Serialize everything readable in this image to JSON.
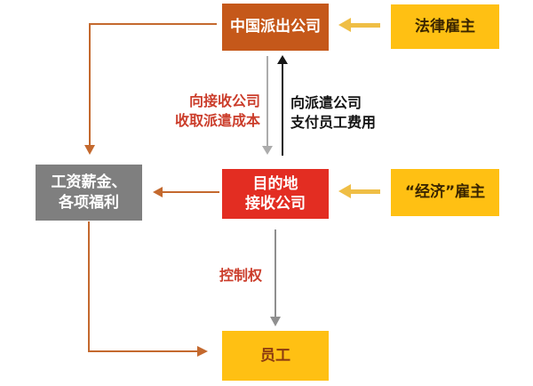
{
  "diagram": {
    "title": "labor-dispatch-relationship-diagram",
    "nodes": {
      "china": {
        "label": "中国派出公司",
        "bg": "#C5581A",
        "text_color": "#FFFFFF"
      },
      "legal": {
        "label": "法律雇主",
        "bg": "#FFC013",
        "text_color": "#3A2500"
      },
      "dest": {
        "label": "目的地\n接收公司",
        "bg": "#E32D22",
        "text_color": "#FFFFFF"
      },
      "econ": {
        "label": "“经济”雇主",
        "bg": "#FFC013",
        "text_color": "#3A2500"
      },
      "wages": {
        "label": "工资薪金、\n各项福利",
        "bg": "#7F7F7F",
        "text_color": "#FFFFFF"
      },
      "employee": {
        "label": "员工",
        "bg": "#FFC013",
        "text_color": "#8B3A10"
      }
    },
    "edge_labels": {
      "collect_cost": "向接收公司\n收取派遣成本",
      "pay_fee": "向派遣公司\n支付员工费用",
      "control": "控制权"
    },
    "edges": [
      {
        "from": "legal",
        "to": "china",
        "color": "#EFBE45",
        "style": "thick-yellow"
      },
      {
        "from": "econ",
        "to": "dest",
        "color": "#EFBE45",
        "style": "thick-yellow"
      },
      {
        "from": "china",
        "to": "dest",
        "color": "#ACACAC",
        "label": "向接收公司\n收取派遣成本"
      },
      {
        "from": "dest",
        "to": "china",
        "color": "#161616",
        "label": "向派遣公司\n支付员工费用"
      },
      {
        "from": "china",
        "to": "wages",
        "color": "#C4692E",
        "style": "elbow"
      },
      {
        "from": "dest",
        "to": "wages",
        "color": "#C4692E"
      },
      {
        "from": "wages",
        "to": "employee",
        "color": "#C4692E",
        "style": "elbow"
      },
      {
        "from": "dest",
        "to": "employee",
        "color": "#8F8F8F",
        "label": "控制权"
      }
    ]
  }
}
